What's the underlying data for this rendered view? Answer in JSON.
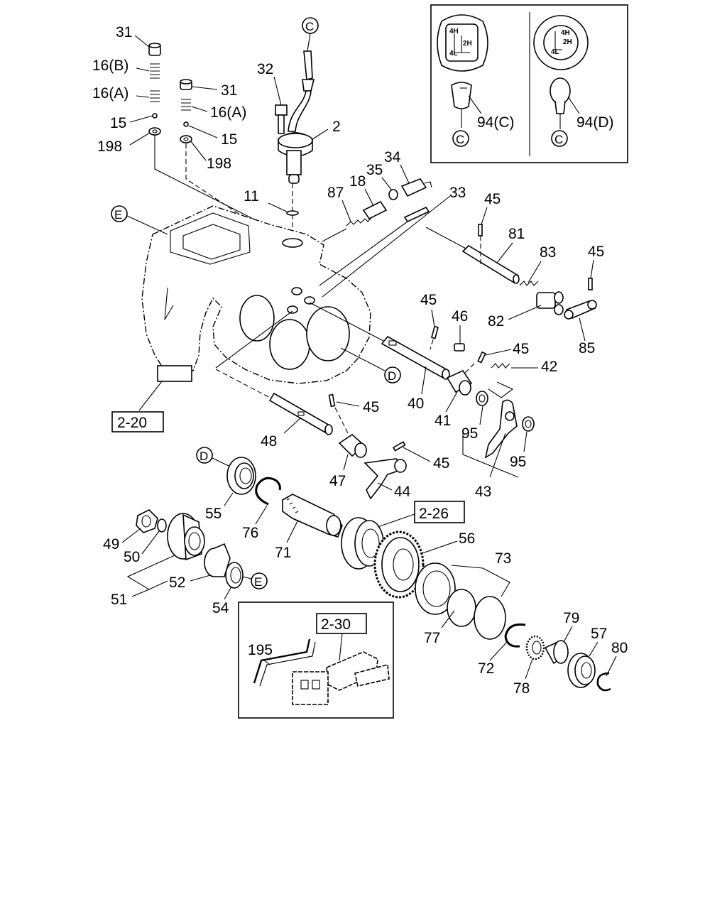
{
  "labels": {
    "l_31a": "31",
    "l_16b": "16(B)",
    "l_16a_1": "16(A)",
    "l_15a": "15",
    "l_198a": "198",
    "l_31b": "31",
    "l_16a_2": "16(A)",
    "l_15b": "15",
    "l_198b": "198",
    "l_32": "32",
    "l_2": "2",
    "l_11": "11",
    "l_87": "87",
    "l_18": "18",
    "l_35": "35",
    "l_34": "34",
    "l_33": "33",
    "l_45_1": "45",
    "l_81": "81",
    "l_83": "83",
    "l_45_2": "45",
    "l_82": "82",
    "l_85": "85",
    "l_45_3": "45",
    "l_46": "46",
    "l_45_4": "45",
    "l_42": "42",
    "l_40": "40",
    "l_41": "41",
    "l_95_1": "95",
    "l_95_2": "95",
    "l_43": "43",
    "l_45_5": "45",
    "l_48": "48",
    "l_45_6": "45",
    "l_47": "47",
    "l_44": "44",
    "l_55": "55",
    "l_76": "76",
    "l_71": "71",
    "l_56": "56",
    "l_73": "73",
    "l_49": "49",
    "l_50": "50",
    "l_52": "52",
    "l_51": "51",
    "l_54": "54",
    "l_77": "77",
    "l_72": "72",
    "l_78": "78",
    "l_79": "79",
    "l_57": "57",
    "l_80": "80",
    "l_195": "195",
    "l_94c": "94(C)",
    "l_94d": "94(D)"
  },
  "refs": {
    "r_2_20": "2-20",
    "r_2_26": "2-26",
    "r_2_30": "2-30"
  },
  "callouts": {
    "c_top": "C",
    "c_94c": "C",
    "c_94d": "C",
    "e_left": "E",
    "e_bottom": "E",
    "d_shaft": "D",
    "d_left": "D"
  },
  "knob_c": {
    "4h": "4H",
    "2h": "2H",
    "4l": "4L"
  },
  "knob_d": {
    "4h": "4H",
    "2h": "2H",
    "4l": "4L"
  }
}
